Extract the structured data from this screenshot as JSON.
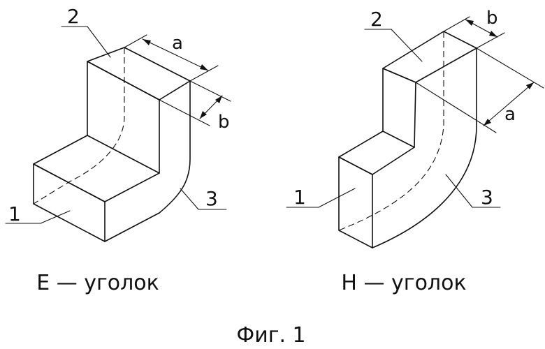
{
  "figure": {
    "caption": "Фиг. 1",
    "left": {
      "caption": "E — уголок",
      "labels": {
        "p1": "1",
        "p2": "2",
        "p3": "3",
        "a": "a",
        "b": "b"
      }
    },
    "right": {
      "caption": "H — уголок",
      "labels": {
        "p1": "1",
        "p2": "2",
        "p3": "3",
        "a": "a",
        "b": "b"
      }
    }
  }
}
